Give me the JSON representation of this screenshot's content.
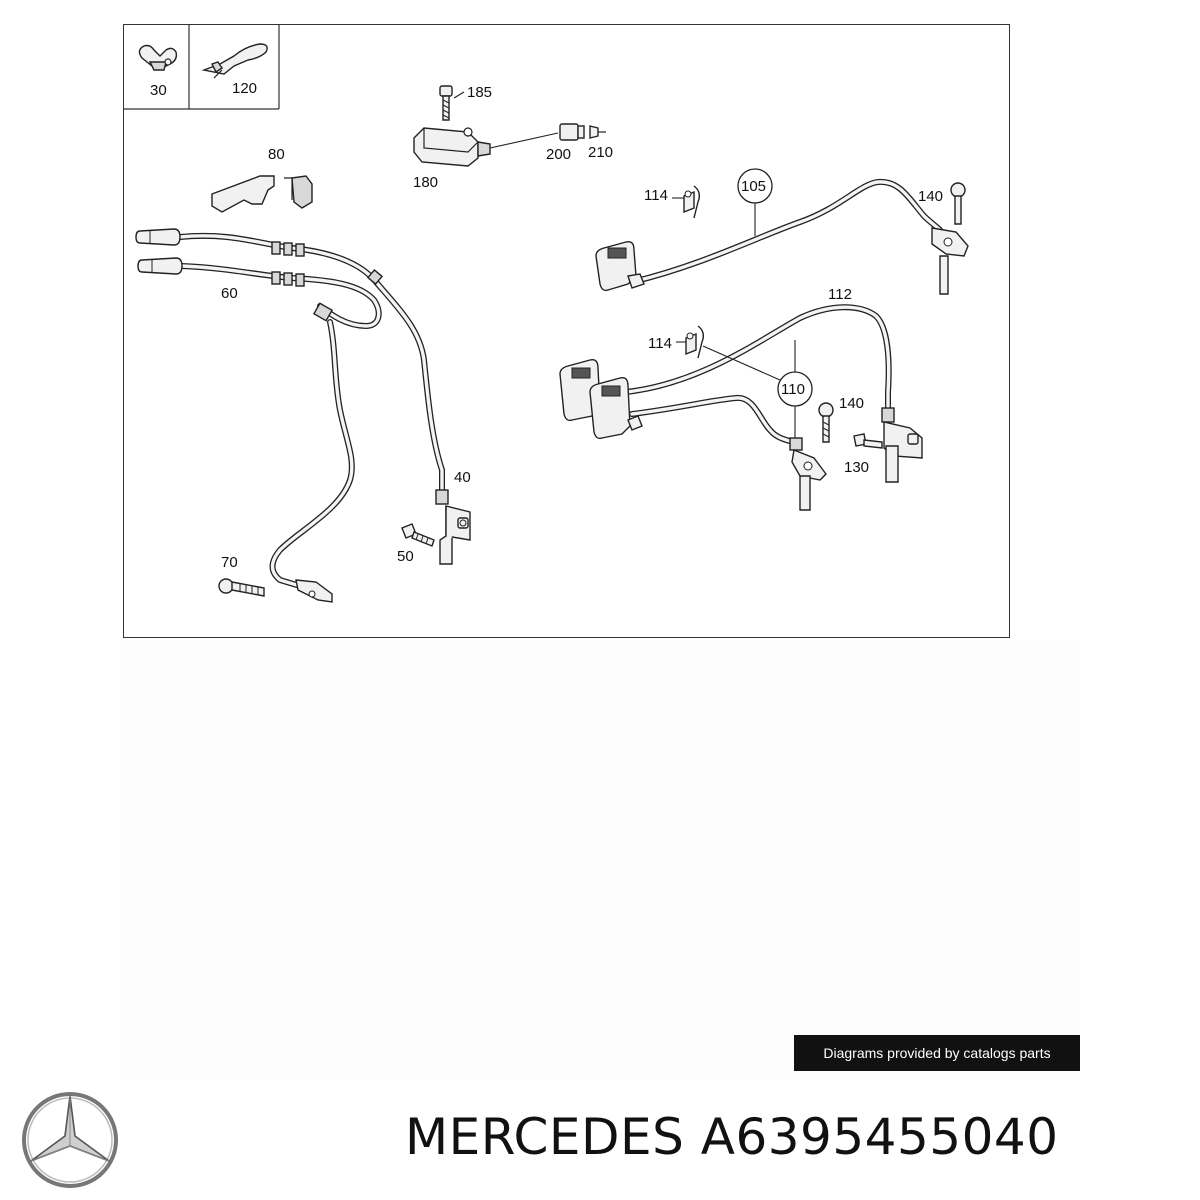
{
  "diagram": {
    "callouts": {
      "c30": "30",
      "c120": "120",
      "c185": "185",
      "c180": "180",
      "c200": "200",
      "c210": "210",
      "c80": "80",
      "c60": "60",
      "c114a": "114",
      "c105": "105",
      "c140a": "140",
      "c112": "112",
      "c114b": "114",
      "c110": "110",
      "c140b": "140",
      "c130": "130",
      "c40": "40",
      "c50": "50",
      "c70": "70"
    }
  },
  "footer": {
    "credit": "Diagrams provided by catalogs parts",
    "brand": "MERCEDES",
    "part_number": "A6395455040"
  }
}
